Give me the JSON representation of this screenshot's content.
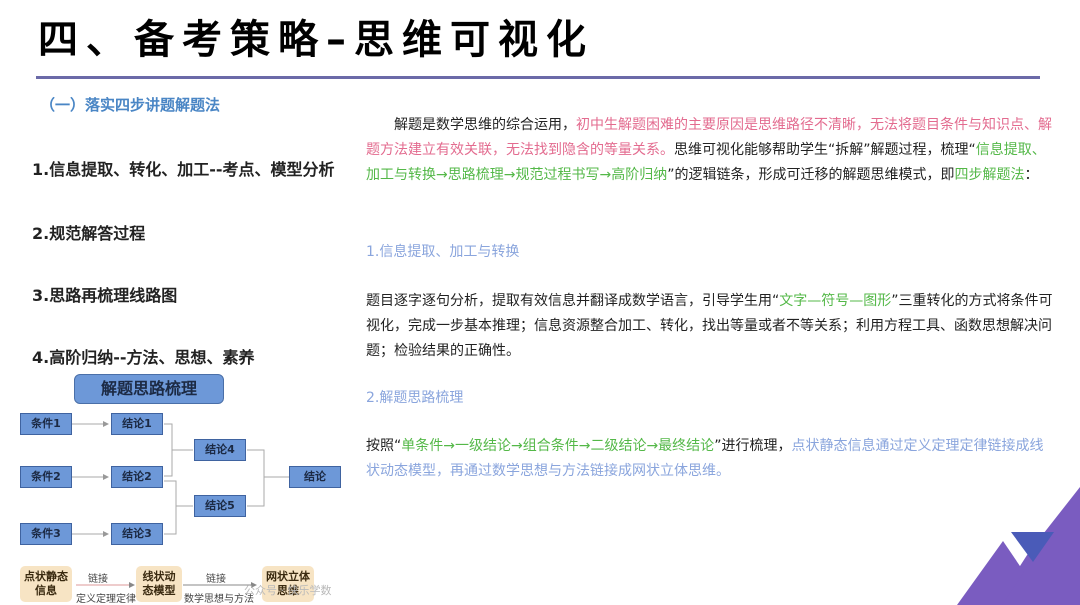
{
  "header": {
    "title": "四、备考策略–思维可视化",
    "rule_color": "#6b6aa8"
  },
  "left": {
    "subheading": "（一）落实四步讲题解题法",
    "steps": [
      "1.信息提取、转化、加工--考点、模型分析",
      "2.规范解答过程",
      "3.思路再梳理线路图",
      "4.高阶归纳--方法、思想、素养"
    ]
  },
  "diagram": {
    "title": "解题思路梳理",
    "conditions": [
      "条件1",
      "条件2",
      "条件3"
    ],
    "conclusions_level1": [
      "结论1",
      "结论2",
      "结论3"
    ],
    "conclusions_level2": [
      "结论4",
      "结论5"
    ],
    "final": "结论",
    "node_color": "#6d98d8",
    "bottom_flow": {
      "stage1": "点状静态信息",
      "stage1_lines": [
        "点状静态",
        "信息"
      ],
      "link1_top": "链接",
      "link1_bottom": "定义定理定律",
      "stage2": "线状动态模型",
      "stage2_lines": [
        "线状动",
        "态模型"
      ],
      "link2_top": "链接",
      "link2_bottom": "数学思想与方法",
      "stage3": "网状立体思维",
      "stage3_lines": [
        "网状立体",
        "思维"
      ]
    },
    "watermark": "公众号 · 快乐学数"
  },
  "right": {
    "intro": {
      "p1": "解题是数学思维的综合运用，",
      "p2_pink": "初中生解题困难的主要原因是思维路径不清晰，无法将题目条件与知识点、解题方法建立有效关联，无法找到隐含的等量关系。",
      "p3": "思维可视化能够帮助学生“拆解”解题过程，梳理“",
      "p4_green": "信息提取、加工与转换→思路梳理→规范过程书写→高阶归纳",
      "p5": "”的逻辑链条，形成可迁移的解题思维模式，即",
      "p6_green": "四步解题法",
      "p7": "："
    },
    "section1": {
      "heading": "1.信息提取、加工与转换",
      "t1": "题目逐字逐句分析，提取有效信息并翻译成数学语言，引导学生用“",
      "t2_green": "文字—符号—图形",
      "t3": "”三重转化的方式将条件可视化，完成一步基本推理；信息资源整合加工、转化，找出等量或者不等关系；利用方程工具、函数思想解决问题；检验结果的正确性。"
    },
    "section2": {
      "heading": "2.解题思路梳理",
      "t1": "按照“",
      "t2_green": "单条件→一级结论→组合条件→二级结论→最终结论",
      "t3": "”进行梳理，",
      "t4_blue": "点状静态信息通过定义定理定律链接成线状动态模型，再通过数学思想与方法链接成网状立体思维。"
    }
  },
  "colors": {
    "pink": "#e36b8f",
    "green": "#54b848",
    "blue": "#8aa5dd",
    "subheading_blue": "#4a86c5",
    "deco_purple": "#7a5cc0",
    "deco_blue": "#4a5bb8"
  }
}
